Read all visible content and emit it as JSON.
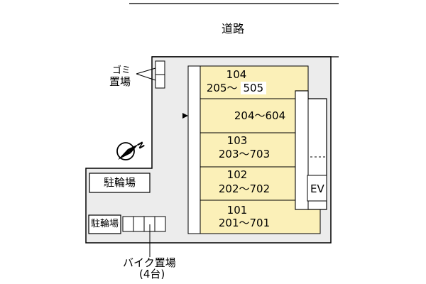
{
  "road": {
    "label": "道路"
  },
  "garbage": {
    "label_line1": "ゴミ",
    "label_line2": "置場"
  },
  "compass": {
    "letter": "N"
  },
  "bicycle_parking": {
    "label_upper": "駐輪場",
    "label_lower": "駐輪場"
  },
  "bike_parking": {
    "label": "バイク置場",
    "capacity": "(4台)"
  },
  "elevator": {
    "label": "EV"
  },
  "units": [
    {
      "line1": "104",
      "line2": "205〜",
      "line2_highlight": "505"
    },
    {
      "line1": "",
      "line2": "204〜604"
    },
    {
      "line1": "103",
      "line2": "203〜703"
    },
    {
      "line1": "102",
      "line2": "202〜702"
    },
    {
      "line1": "101",
      "line2": "201〜701"
    }
  ],
  "colors": {
    "lot": "#ececec",
    "units": "#fbf0b8",
    "lines": "#000000",
    "road_line": "#222222"
  }
}
